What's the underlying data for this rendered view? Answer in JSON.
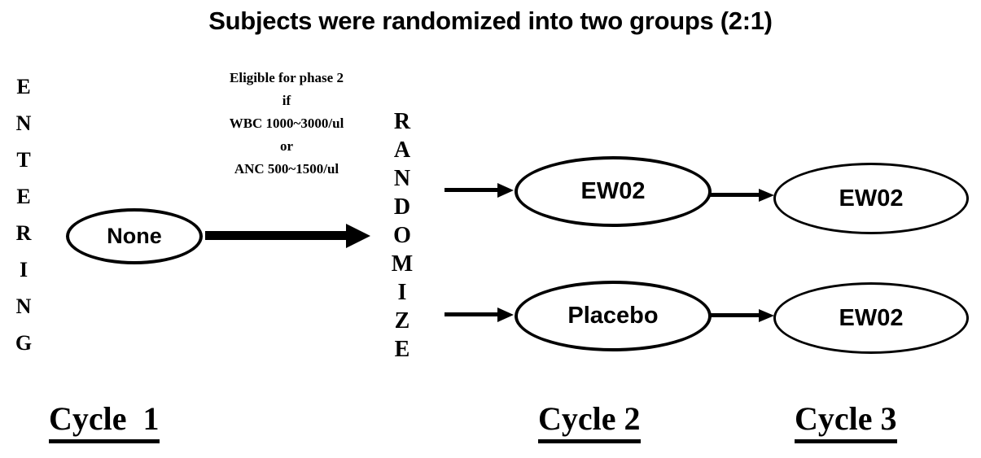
{
  "title": "Subjects were randomized into two groups (2:1)",
  "left_axis": {
    "name": "entering-label",
    "text": "ENTERING",
    "letters": [
      "E",
      "N",
      "T",
      "E",
      "R",
      "I",
      "N",
      "G"
    ]
  },
  "randomize_axis": {
    "name": "randomize-label",
    "text": "RANDOMIZE",
    "letters": [
      "R",
      "A",
      "N",
      "D",
      "O",
      "M",
      "I",
      "Z",
      "E"
    ]
  },
  "eligibility_note": {
    "lines": [
      "Eligible for phase 2",
      "if",
      "WBC 1000~3000/ul",
      "or",
      "ANC 500~1500/ul"
    ]
  },
  "nodes": {
    "none": "None",
    "ew02_cycle2": "EW02",
    "placebo_cycle2": "Placebo",
    "ew02_cycle3_top": "EW02",
    "ew02_cycle3_bottom": "EW02"
  },
  "cycle_labels": {
    "cycle1": "Cycle  1",
    "cycle2": "Cycle 2",
    "cycle3": "Cycle 3"
  },
  "colors": {
    "stroke": "#000000",
    "background": "#ffffff",
    "text": "#000000"
  }
}
